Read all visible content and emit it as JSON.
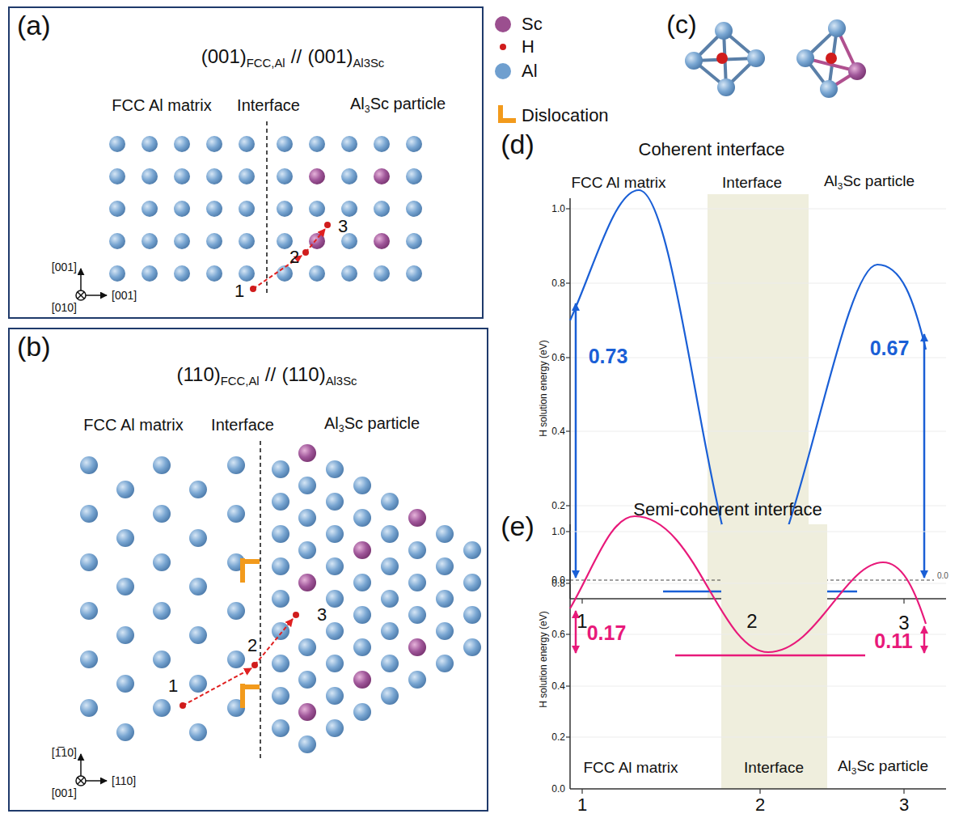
{
  "diagram": {
    "nodes": [
      {
        "text": [
          "(a)"
        ]
      },
      {
        "text": [
          "(b)"
        ]
      }
    ],
    "labels": [
      "(001)",
      "FCC,Al",
      "//",
      "(001)",
      "Al3Sc",
      "FCC Al matrix",
      "Interface",
      "Al",
      "3",
      "Sc particle",
      "1",
      "2",
      "3",
      "[001]",
      "[001]",
      "[010]",
      "(110)",
      "FCC,Al",
      "//",
      "(110)",
      "Al3Sc",
      "FCC Al matrix",
      "Interface",
      "Al",
      "3",
      "Sc particle",
      "1",
      "2",
      "3",
      "[1̅10]",
      "[110]",
      "[001]",
      "(c)",
      "(d)",
      "Coherent interface",
      "FCC Al matrix",
      "Interface",
      "Al",
      "3",
      "Sc particle",
      "H solution energy (eV)",
      "1.0",
      "0.8",
      "0.6",
      "0.4",
      "0.2",
      "0.0",
      "0.73",
      "0.67",
      "0.0",
      "1",
      "2",
      "3",
      "(e)",
      "Semi-coherent interface",
      "H solution energy (eV)",
      "1.0",
      "0.8",
      "0.6",
      "0.4",
      "0.2",
      "0.0",
      "0.17",
      "0.11",
      "FCC Al matrix",
      "Interface",
      "Al",
      "3",
      "Sc particle",
      "1",
      "2",
      "3"
    ],
    "legend": [
      {
        "text": "Sc",
        "color": "#9b4f8f"
      },
      {
        "text": "H",
        "color": "#d01c1c"
      },
      {
        "text": "Al",
        "color": "#6f9fcf"
      },
      {
        "text": "Dislocation"
      }
    ]
  }
}
